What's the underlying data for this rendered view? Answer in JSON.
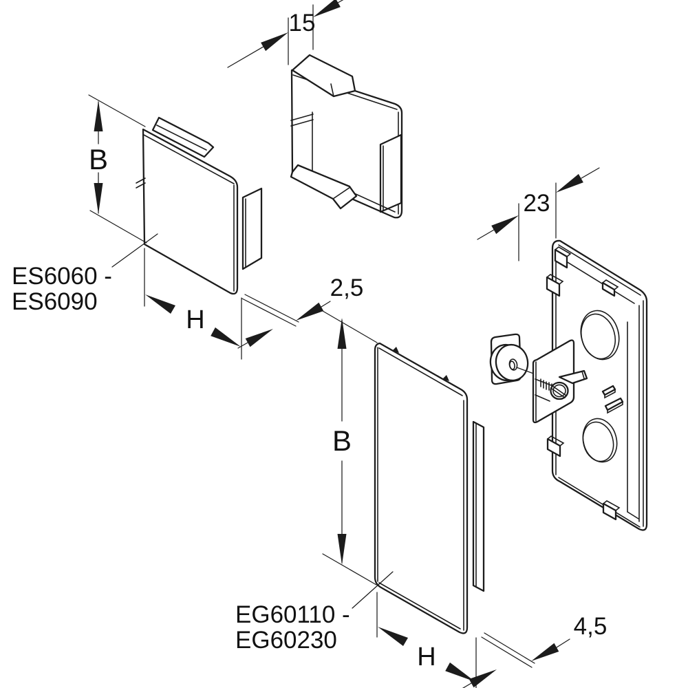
{
  "colors": {
    "background": "#ffffff",
    "line": "#1c1c1c",
    "text": "#111111"
  },
  "part_labels": {
    "small_end_cap": {
      "line1": "ES6060 -",
      "line2": "ES6090"
    },
    "large_end_cap": {
      "line1": "EG60110 -",
      "line2": "EG60230"
    }
  },
  "dimensions": {
    "rear_flange_width": "15",
    "rear_frame_depth": "23",
    "small_cap": {
      "height": "B",
      "width": "H",
      "thickness": "2,5"
    },
    "large_cap": {
      "height": "B",
      "width": "H",
      "thickness": "4,5"
    }
  }
}
